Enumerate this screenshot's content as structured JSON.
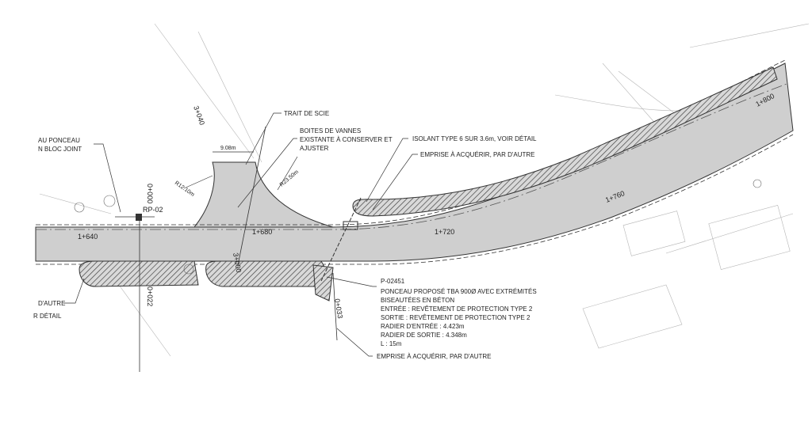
{
  "colors": {
    "road_fill": "#cfcfcf",
    "line": "#333333",
    "light_line": "#9a9a9a",
    "hatch": "#555555",
    "background": "#ffffff"
  },
  "stations": {
    "s1640": "1+640",
    "s1680": "1+680",
    "s1720": "1+720",
    "s1760": "1+760",
    "s1800": "1+800",
    "s3040": "3+040",
    "s3000": "3+000",
    "s0000": "0+000",
    "s0022": "0+022",
    "s0033": "0+033"
  },
  "dimensions": {
    "d908": "9.08m",
    "r1210": "R12.10m",
    "r2350": "R23.50m"
  },
  "point_label": "RP-02",
  "callouts": {
    "trait_scie": "TRAIT DE SCIE",
    "boites_line1": "BOITES DE VANNES",
    "boites_line2": "EXISTANTE À CONSERVER ET",
    "boites_line3": "AJUSTER",
    "isolant": "ISOLANT TYPE 6 SUR 3.6m, VOIR DÉTAIL",
    "emprise_top": "EMPRISE À ACQUÉRIR, PAR D'AUTRE",
    "ponceau_left_1": "AU PONCEAU",
    "ponceau_left_2": "N BLOC JOINT",
    "dautre_left": "D'AUTRE",
    "detail_left": "R DÉTAIL",
    "culvert_id": "P-02451",
    "culvert_1": "PONCEAU PROPOSÉ TBA 900Ø  AVEC EXTRÉMITÉS",
    "culvert_2": "BISEAUTÉES EN BÉTON",
    "culvert_3": "ENTRÉE : REVÊTEMENT DE PROTECTION TYPE 2",
    "culvert_4": "SORTIE : REVÊTEMENT DE PROTECTION TYPE 2",
    "culvert_5": "RADIER D'ENTRÉE : 4.423m",
    "culvert_6": "RADIER DE SORTIE : 4.348m",
    "culvert_7": "L : 15m",
    "emprise_bottom": "EMPRISE À ACQUÉRIR, PAR D'AUTRE"
  }
}
